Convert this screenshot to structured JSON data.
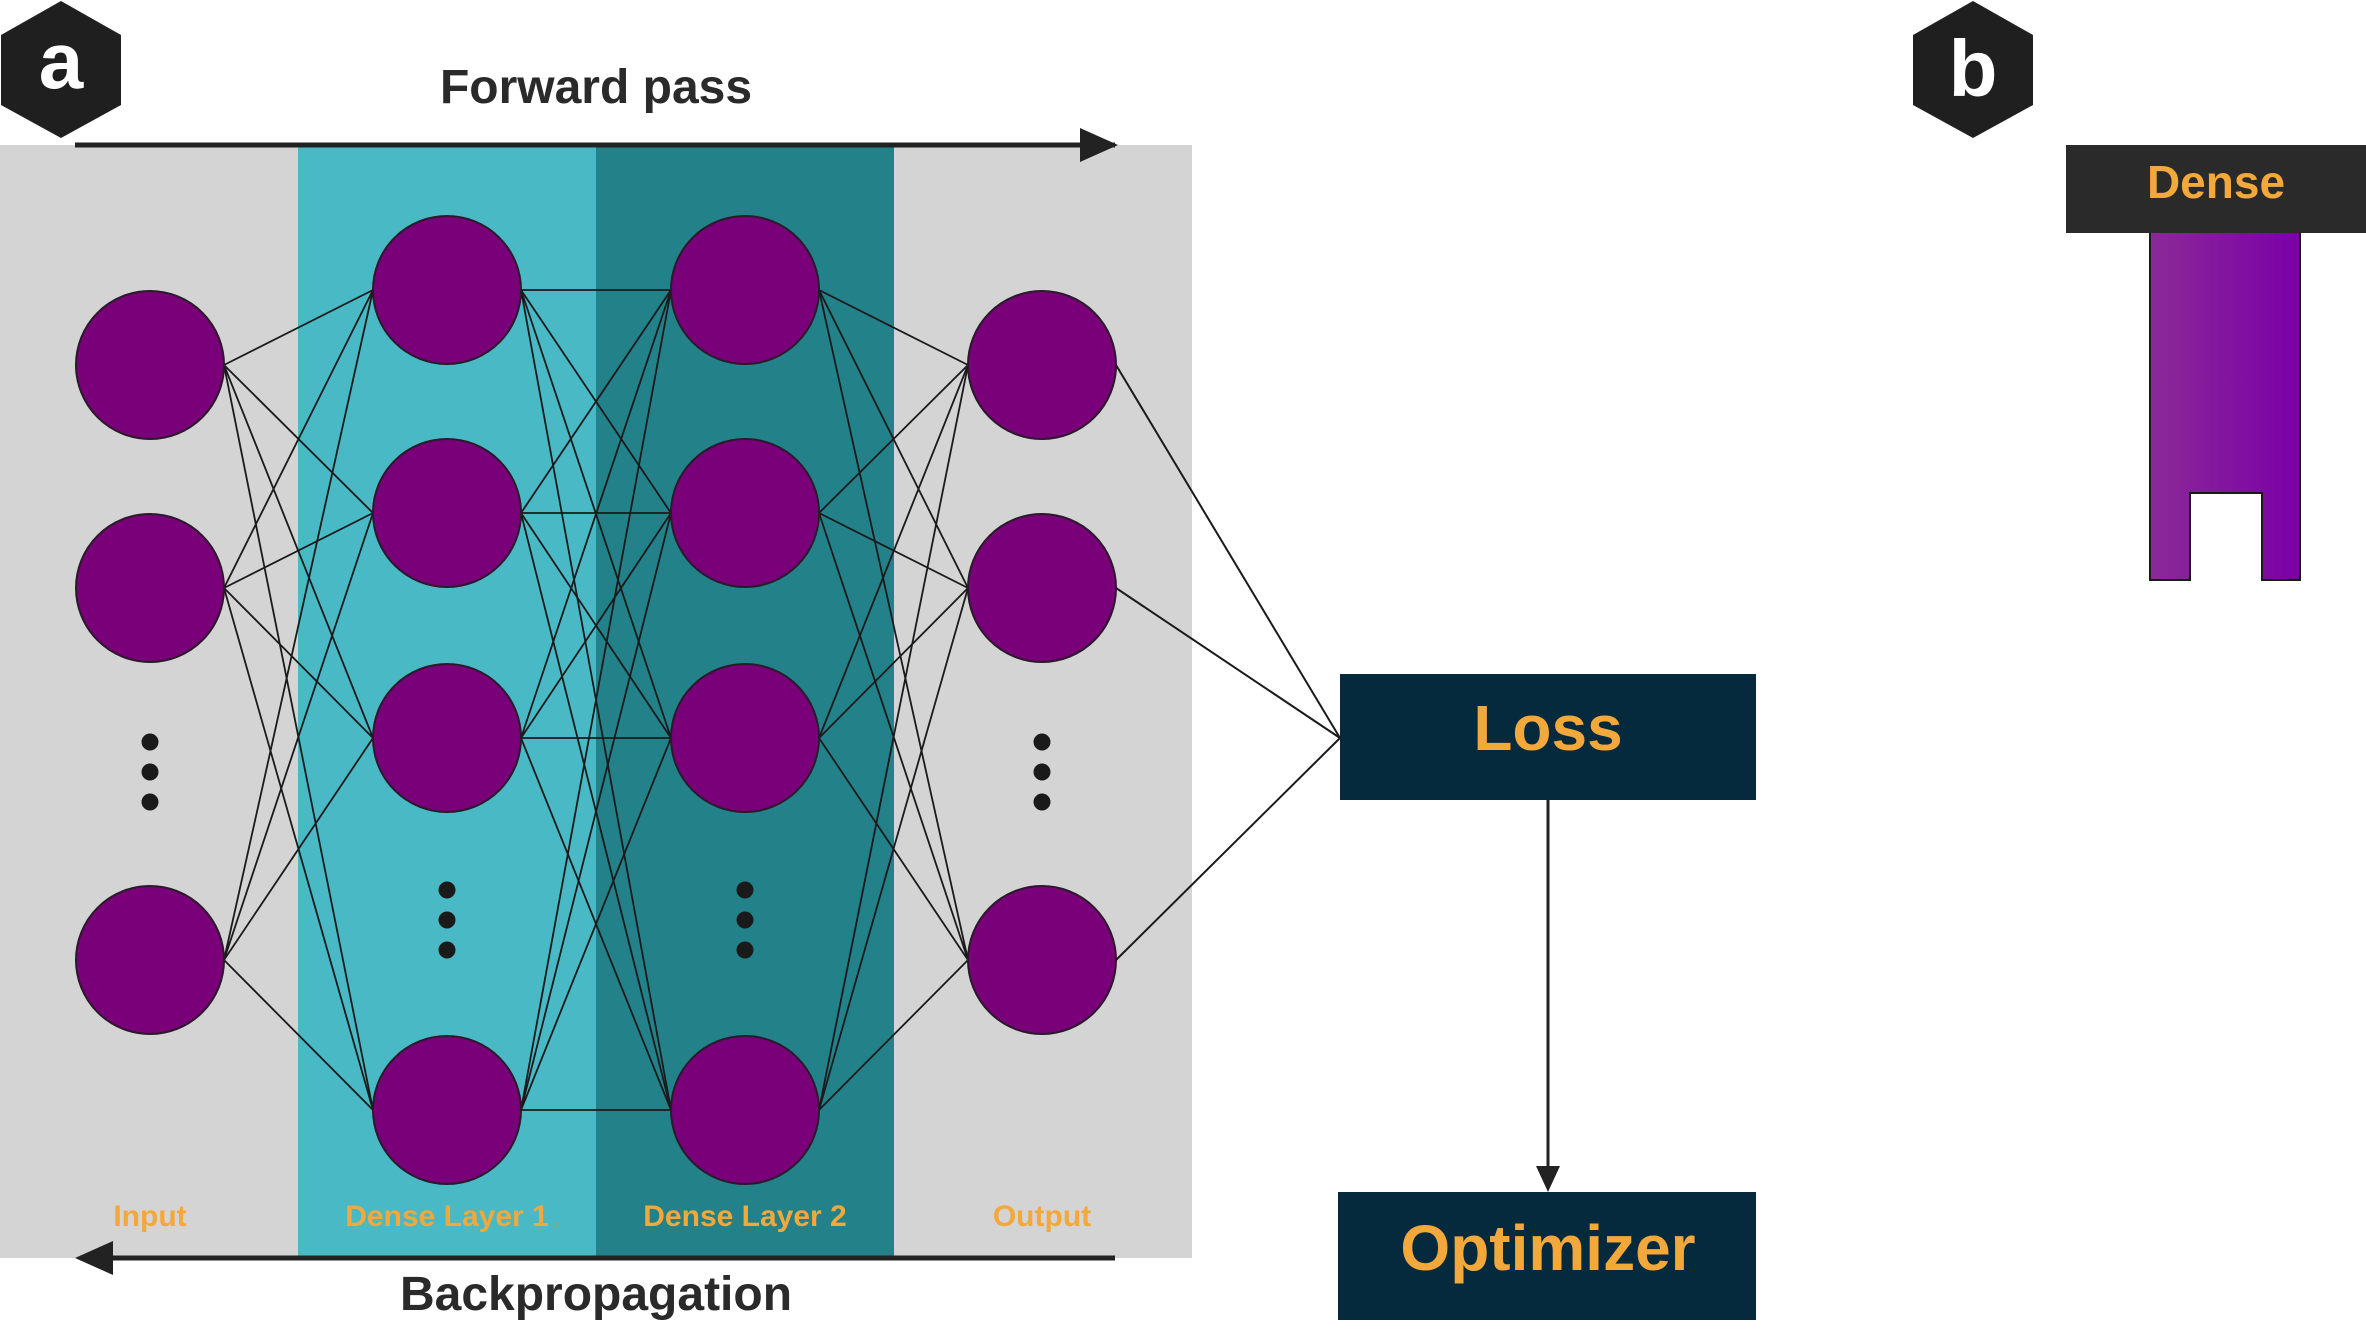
{
  "panel_a": {
    "letter": "a",
    "forward_label": "Forward pass",
    "backward_label": "Backpropagation",
    "layers": [
      {
        "label": "Input",
        "nodes": 3,
        "has_ellipsis": true
      },
      {
        "label": "Dense Layer 1",
        "nodes": 4,
        "has_ellipsis": true
      },
      {
        "label": "Dense Layer 2",
        "nodes": 4,
        "has_ellipsis": true
      },
      {
        "label": "Output",
        "nodes": 3,
        "has_ellipsis": true
      }
    ],
    "loss_label": "Loss",
    "optimizer_label": "Optimizer"
  },
  "panel_b": {
    "letter": "b",
    "block_label": "Dense"
  },
  "colors": {
    "neuron": "#7a007a",
    "neuron_stroke": "#2a1a2a",
    "layer_gray": "#d4d4d4",
    "layer_teal_light": "#4ab9c6",
    "layer_teal_dark": "#23818a",
    "label_orange": "#f3a83b",
    "box_navy": "#05293d",
    "dense_header": "#2a2a2a",
    "dense_body_start": "#8b2a96",
    "dense_body_end": "#7a00a8",
    "hexagon": "#1f1f1f"
  }
}
